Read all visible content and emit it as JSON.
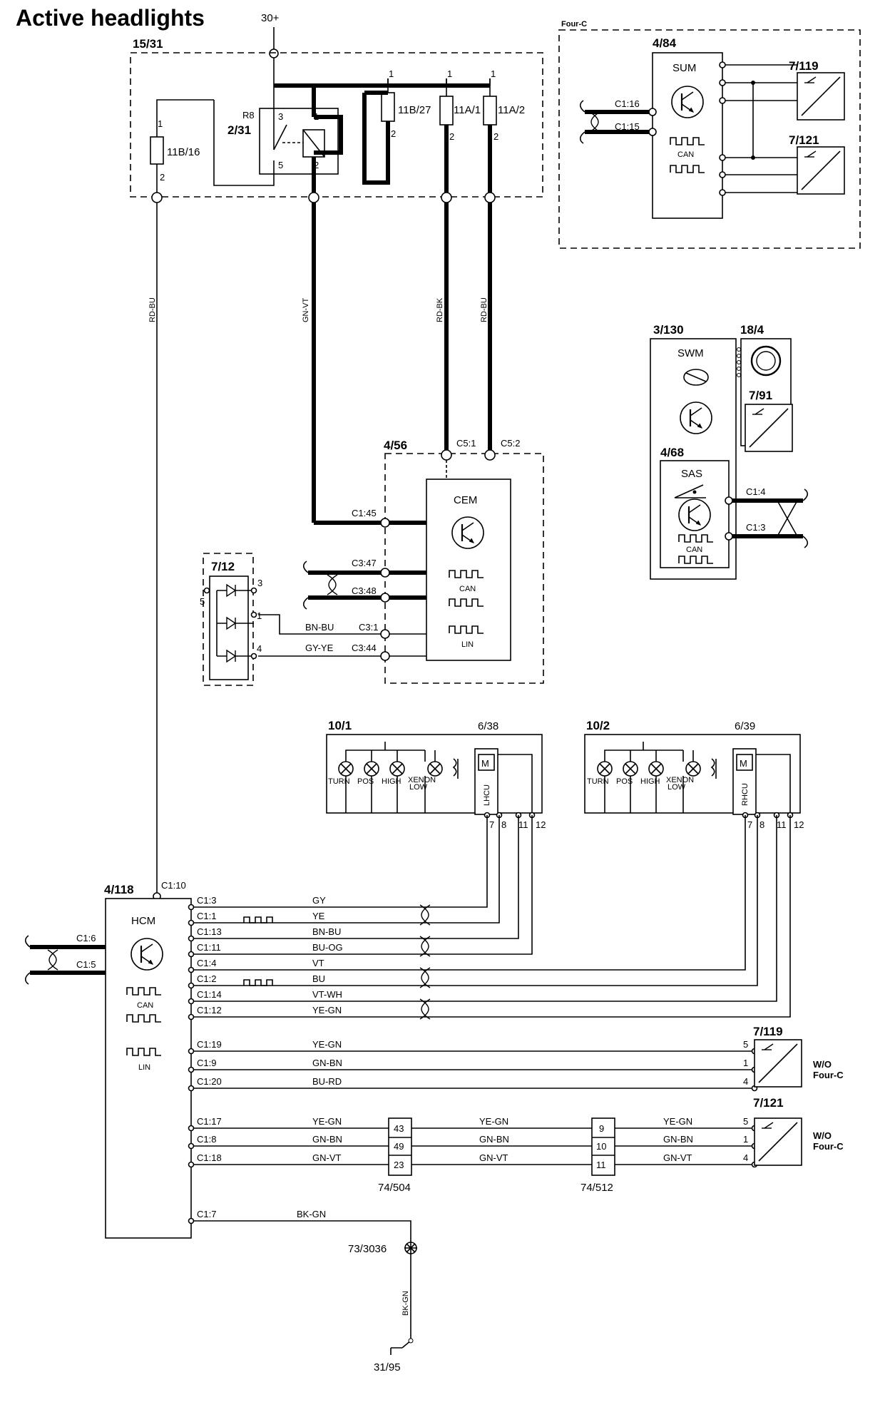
{
  "title": "Active headlights",
  "supply": "30+",
  "relay_box": {
    "id": "15/31",
    "relay_ref": "R8",
    "relay_id": "2/31",
    "fuses": [
      "11B/16",
      "11B/27",
      "11A/1",
      "11A/2"
    ],
    "pins": [
      "1",
      "2",
      "3",
      "5"
    ]
  },
  "four_c_box": {
    "label": "Four-C",
    "module_id": "4/84",
    "module_name": "SUM",
    "connectors": [
      "C1:16",
      "C1:15"
    ],
    "can": "CAN",
    "sensors": [
      "7/119",
      "7/121"
    ]
  },
  "swm_group": {
    "module_id": "3/130",
    "module_name": "SWM",
    "clock_id": "18/4",
    "sensor_id": "7/91",
    "sas_id": "4/68",
    "sas_name": "SAS",
    "connectors": [
      "C1:4",
      "C1:3"
    ],
    "can": "CAN"
  },
  "cem": {
    "id": "4/56",
    "name": "CEM",
    "connectors": [
      "C5:1",
      "C5:2",
      "C1:45",
      "C3:47",
      "C3:48",
      "C3:1",
      "C3:44"
    ],
    "can": "CAN",
    "lin": "LIN"
  },
  "switch_712": {
    "id": "7/12",
    "pins": [
      "3",
      "5",
      "1",
      "4"
    ]
  },
  "wires_top": [
    "RD-BU",
    "GN-VT",
    "RD-BK",
    "RD-BU",
    "BN-BU",
    "GY-YE"
  ],
  "headlamp_left": {
    "id": "10/1",
    "motor_id": "6/38",
    "motor_tag": "LHCU",
    "pins": [
      "7",
      "8",
      "11",
      "12"
    ]
  },
  "headlamp_right": {
    "id": "10/2",
    "motor_id": "6/39",
    "motor_tag": "RHCU",
    "pins": [
      "7",
      "8",
      "11",
      "12"
    ]
  },
  "lamp_labels": [
    "TURN",
    "POS",
    "HIGH",
    "XENON",
    "LOW"
  ],
  "motor_symbol": "M",
  "hcm": {
    "id": "4/118",
    "name": "HCM",
    "top_connector": "C1:10",
    "can_connectors": [
      "C1:6",
      "C1:5"
    ],
    "can": "CAN",
    "lin": "LIN",
    "lines": [
      {
        "pin": "C1:3",
        "wire": "GY"
      },
      {
        "pin": "C1:1",
        "wire": "YE"
      },
      {
        "pin": "C1:13",
        "wire": "BN-BU"
      },
      {
        "pin": "C1:11",
        "wire": "BU-OG"
      },
      {
        "pin": "C1:4",
        "wire": "VT"
      },
      {
        "pin": "C1:2",
        "wire": "BU"
      },
      {
        "pin": "C1:14",
        "wire": "VT-WH"
      },
      {
        "pin": "C1:12",
        "wire": "YE-GN"
      },
      {
        "pin": "C1:19",
        "wire": "YE-GN"
      },
      {
        "pin": "C1:9",
        "wire": "GN-BN"
      },
      {
        "pin": "C1:20",
        "wire": "BU-RD"
      },
      {
        "pin": "C1:17",
        "wire": "YE-GN"
      },
      {
        "pin": "C1:8",
        "wire": "GN-BN"
      },
      {
        "pin": "C1:18",
        "wire": "GN-VT"
      },
      {
        "pin": "C1:7",
        "wire": "BK-GN"
      }
    ]
  },
  "sensor_wo_upper": {
    "id": "7/119",
    "pins": [
      "5",
      "1",
      "4"
    ],
    "note_1": "W/O",
    "note_2": "Four-C"
  },
  "sensor_wo_lower": {
    "id": "7/121",
    "pins": [
      "5",
      "1",
      "4"
    ],
    "note_1": "W/O",
    "note_2": "Four-C"
  },
  "connector_504": {
    "id": "74/504",
    "pins": [
      "43",
      "49",
      "23"
    ]
  },
  "connector_512": {
    "id": "74/512",
    "pins": [
      "9",
      "10",
      "11"
    ]
  },
  "mid_wires": [
    "YE-GN",
    "GN-BN",
    "GN-VT"
  ],
  "ground": {
    "splice": "73/3036",
    "wire": "BK-GN",
    "point": "31/95"
  }
}
